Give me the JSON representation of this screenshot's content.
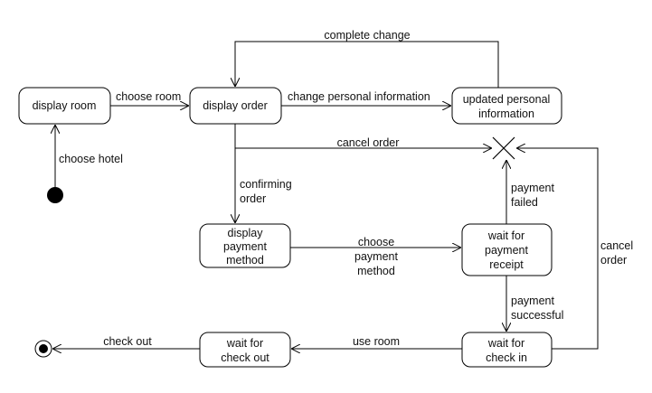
{
  "states": {
    "display_room": [
      "display room"
    ],
    "display_order": [
      "display order"
    ],
    "updated_personal_information": [
      "updated personal",
      "information"
    ],
    "display_payment_method": [
      "display",
      "payment",
      "method"
    ],
    "wait_for_payment_receipt": [
      "wait for",
      "payment",
      "receipt"
    ],
    "wait_for_check_in": [
      "wait for",
      "check in"
    ],
    "wait_for_check_out": [
      "wait for",
      "check out"
    ]
  },
  "transitions": {
    "choose_hotel": [
      "choose hotel"
    ],
    "choose_room": [
      "choose room"
    ],
    "change_personal_information": [
      "change personal information"
    ],
    "complete_change": [
      "complete change"
    ],
    "cancel_order_top": [
      "cancel order"
    ],
    "confirming_order": [
      "confirming",
      "order"
    ],
    "choose_payment_method": [
      "choose",
      "payment",
      "method"
    ],
    "payment_failed": [
      "payment",
      "failed"
    ],
    "payment_successful": [
      "payment",
      "successful"
    ],
    "cancel_order_right": [
      "cancel",
      "order"
    ],
    "use_room": [
      "use room"
    ],
    "check_out": [
      "check out"
    ]
  }
}
